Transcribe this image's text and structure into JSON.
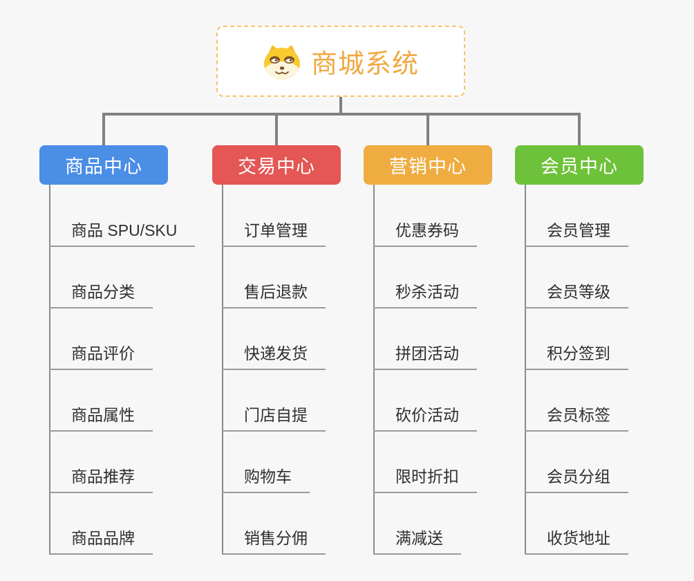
{
  "root": {
    "title": "商城系统",
    "icon": "dog-face-icon"
  },
  "branches": [
    {
      "label": "商品中心",
      "color": "#4a8ee6",
      "items": [
        "商品 SPU/SKU",
        "商品分类",
        "商品评价",
        "商品属性",
        "商品推荐",
        "商品品牌"
      ]
    },
    {
      "label": "交易中心",
      "color": "#e45754",
      "items": [
        "订单管理",
        "售后退款",
        "快递发货",
        "门店自提",
        "购物车",
        "销售分佣"
      ]
    },
    {
      "label": "营销中心",
      "color": "#efac41",
      "items": [
        "优惠券码",
        "秒杀活动",
        "拼团活动",
        "砍价活动",
        "限时折扣",
        "满减送"
      ]
    },
    {
      "label": "会员中心",
      "color": "#6ec23a",
      "items": [
        "会员管理",
        "会员等级",
        "积分签到",
        "会员标签",
        "会员分组",
        "收货地址"
      ]
    }
  ],
  "colors": {
    "background": "#f7f7f7",
    "root_border": "#f6c36b",
    "root_title": "#efa941",
    "connector": "#808080",
    "subtopic_line": "#999999",
    "subtopic_text": "#2f2f2f"
  }
}
